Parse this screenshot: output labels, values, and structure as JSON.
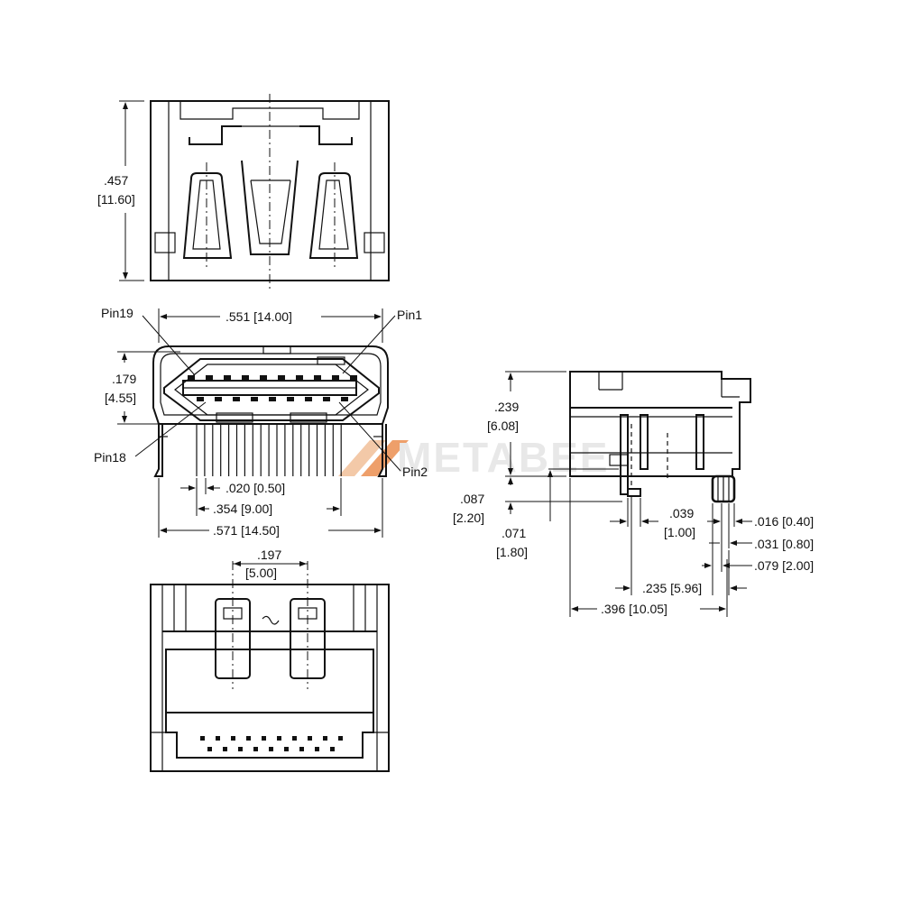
{
  "watermark": "METABEE",
  "front_top_view": {
    "height_dim": [
      ".457",
      "[11.60]"
    ]
  },
  "front_pin_view": {
    "pin19": "Pin19",
    "pin1": "Pin1",
    "pin18": "Pin18",
    "pin2": "Pin2",
    "width_dim": ".551  [14.00]",
    "height_dim": [
      ".179",
      "[4.55]"
    ],
    "pitch_dim": ".020  [0.50]",
    "pin_span_dim": ".354  [9.00]",
    "overall_dim": ".571  [14.50]"
  },
  "bottom_view": {
    "peg_spacing_dim": [
      ".197",
      "[5.00]"
    ]
  },
  "side_view": {
    "height_dim": [
      ".239",
      "[6.08]"
    ],
    "dim_087": [
      ".087",
      "[2.20]"
    ],
    "dim_071": [
      ".071",
      "[1.80]"
    ],
    "dim_039": [
      ".039",
      "[1.00]"
    ],
    "dim_016": ".016  [0.40]",
    "dim_031": ".031  [0.80]",
    "dim_079": ".079  [2.00]",
    "dim_235": ".235  [5.96]",
    "dim_396": ".396  [10.05]"
  }
}
